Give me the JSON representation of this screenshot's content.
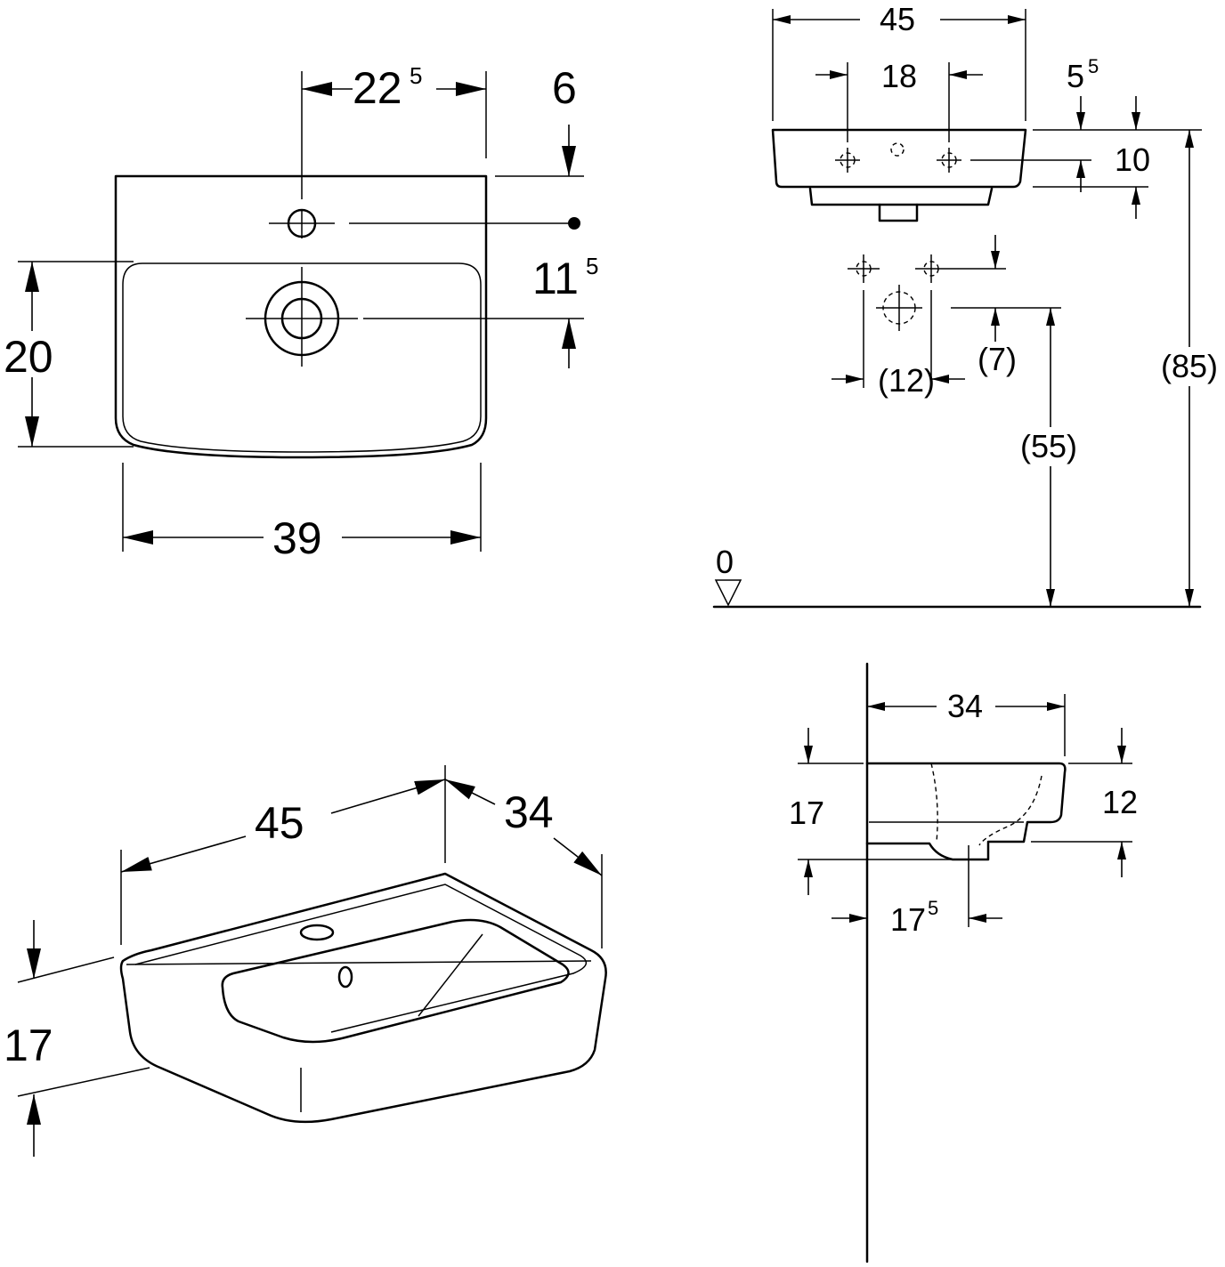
{
  "top_view": {
    "width_39": "39",
    "depth_20": "20",
    "tap_offset_main": "22",
    "tap_offset_sup": "5",
    "edge_6": "6",
    "hole_11_main": "11",
    "hole_11_sup": "5"
  },
  "front_view": {
    "width_45": "45",
    "holes_18": "18",
    "rim_5_main": "5",
    "rim_5_sup": "5",
    "rim_10": "10",
    "height_85": "(85)",
    "height_55": "(55)",
    "offset_7": "(7)",
    "spacing_12": "(12)",
    "floor_0": "0"
  },
  "perspective_view": {
    "width_45": "45",
    "depth_34": "34",
    "height_17": "17"
  },
  "side_view": {
    "depth_34": "34",
    "height_17": "17",
    "inner_12": "12",
    "drain_17_main": "17",
    "drain_17_sup": "5"
  }
}
